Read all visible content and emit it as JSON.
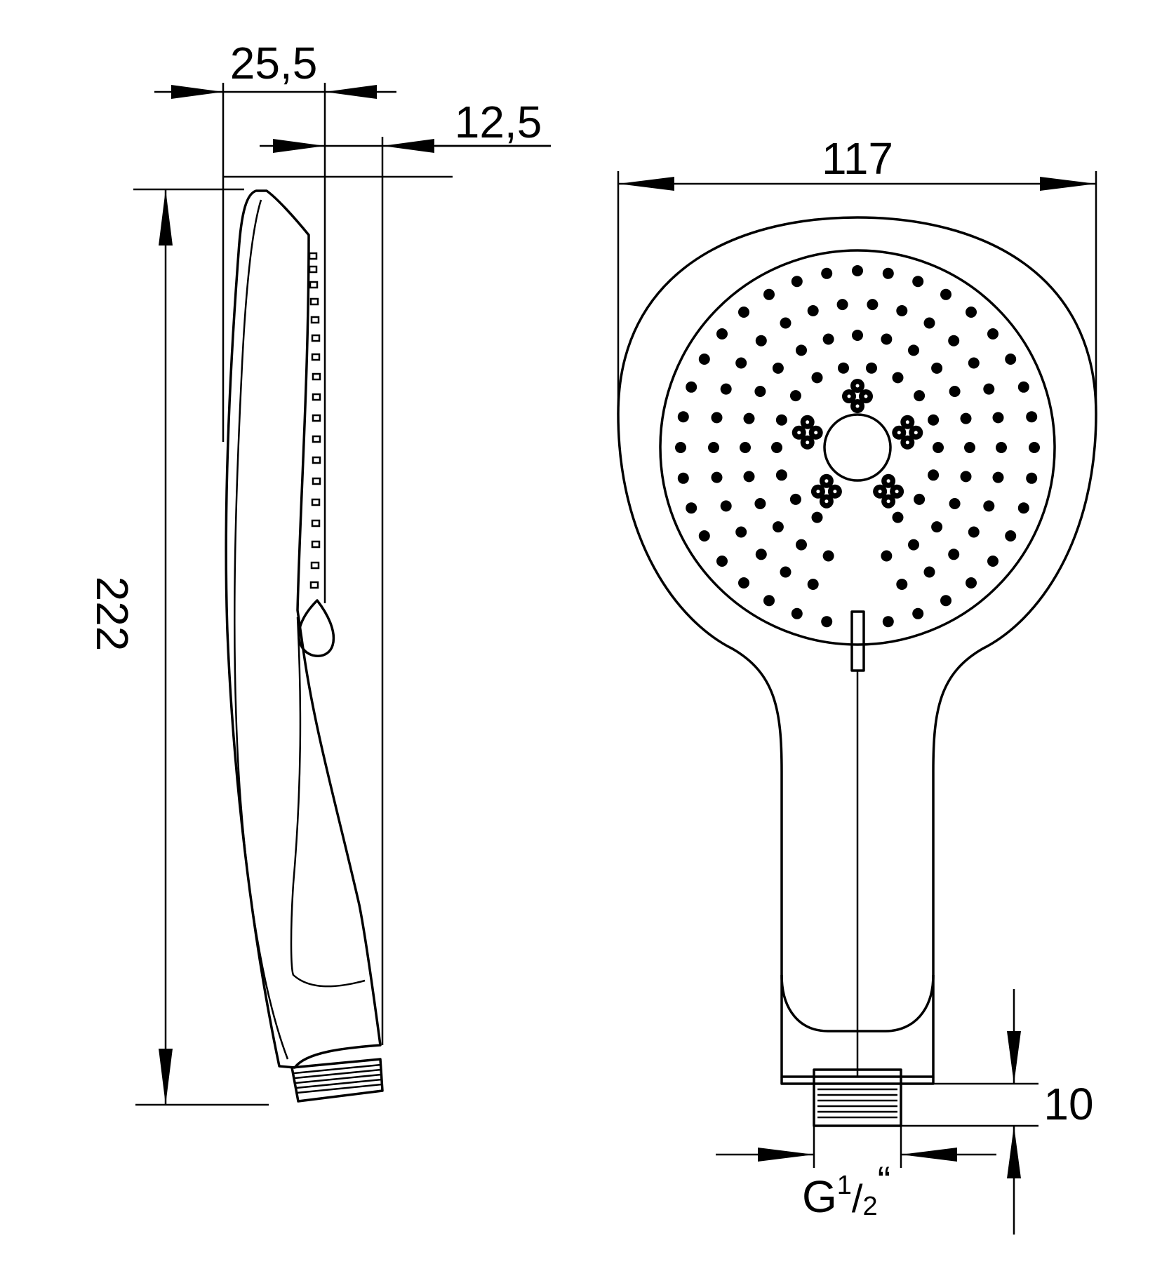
{
  "dimensions": {
    "width_total": "25,5",
    "width_front": "12,5",
    "height": "222",
    "head_width": "117",
    "thread_length": "10",
    "thread_g": "G",
    "thread_num": "1",
    "thread_slash": "/",
    "thread_den": "2",
    "thread_mark": "“"
  },
  "colors": {
    "line": "#000000",
    "background": "#ffffff"
  }
}
